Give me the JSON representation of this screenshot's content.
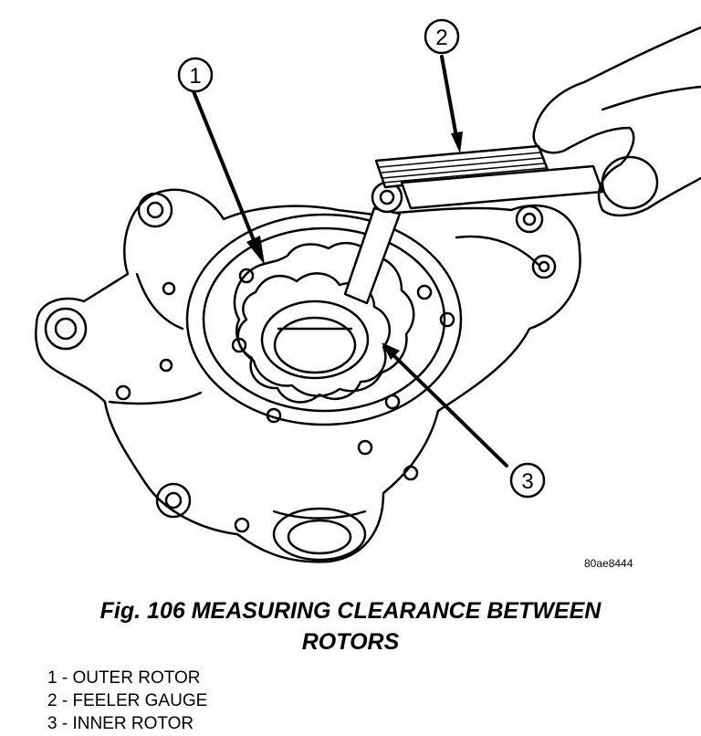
{
  "callouts": [
    "1",
    "2",
    "3"
  ],
  "image_code": "80ae8444",
  "caption": {
    "line1": "Fig. 106 MEASURING CLEARANCE BETWEEN",
    "line2": "ROTORS"
  },
  "legend": [
    "1 - OUTER ROTOR",
    "2 - FEELER GAUGE",
    "3 - INNER ROTOR"
  ]
}
